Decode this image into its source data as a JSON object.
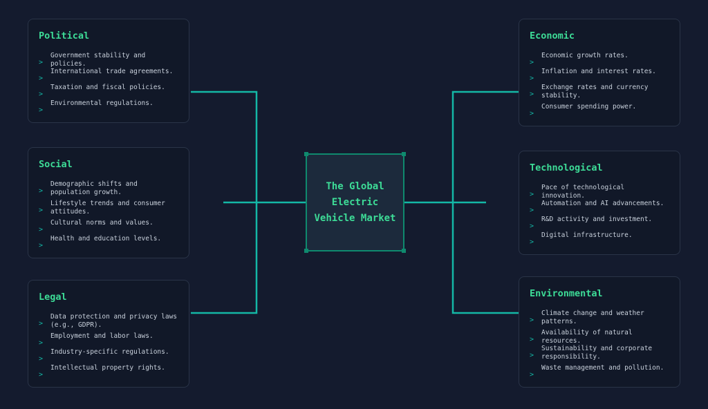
{
  "center": {
    "title": "The Global Electric Vehicle Market"
  },
  "colors": {
    "background": "#141b2e",
    "line": "#14b8a6",
    "heading": "#3ddc97",
    "card": "#111828"
  },
  "arrow_icon": ">",
  "categories": [
    {
      "title": "Political",
      "items": [
        "Government stability and policies.",
        "International trade agreements.",
        "Taxation and fiscal policies.",
        "Environmental regulations."
      ]
    },
    {
      "title": "Social",
      "items": [
        "Demographic shifts and population growth.",
        "Lifestyle trends and consumer attitudes.",
        "Cultural norms and values.",
        "Health and education levels."
      ]
    },
    {
      "title": "Legal",
      "items": [
        "Data protection and privacy laws (e.g., GDPR).",
        "Employment and labor laws.",
        "Industry-specific regulations.",
        "Intellectual property rights."
      ]
    },
    {
      "title": "Economic",
      "items": [
        "Economic growth rates.",
        "Inflation and interest rates.",
        "Exchange rates and currency stability.",
        "Consumer spending power."
      ]
    },
    {
      "title": "Technological",
      "items": [
        "Pace of technological innovation.",
        "Automation and AI advancements.",
        "R&D activity and investment.",
        "Digital infrastructure."
      ]
    },
    {
      "title": "Environmental",
      "items": [
        "Climate change and weather patterns.",
        "Availability of natural resources.",
        "Sustainability and corporate responsibility.",
        "Waste management and pollution."
      ]
    }
  ]
}
